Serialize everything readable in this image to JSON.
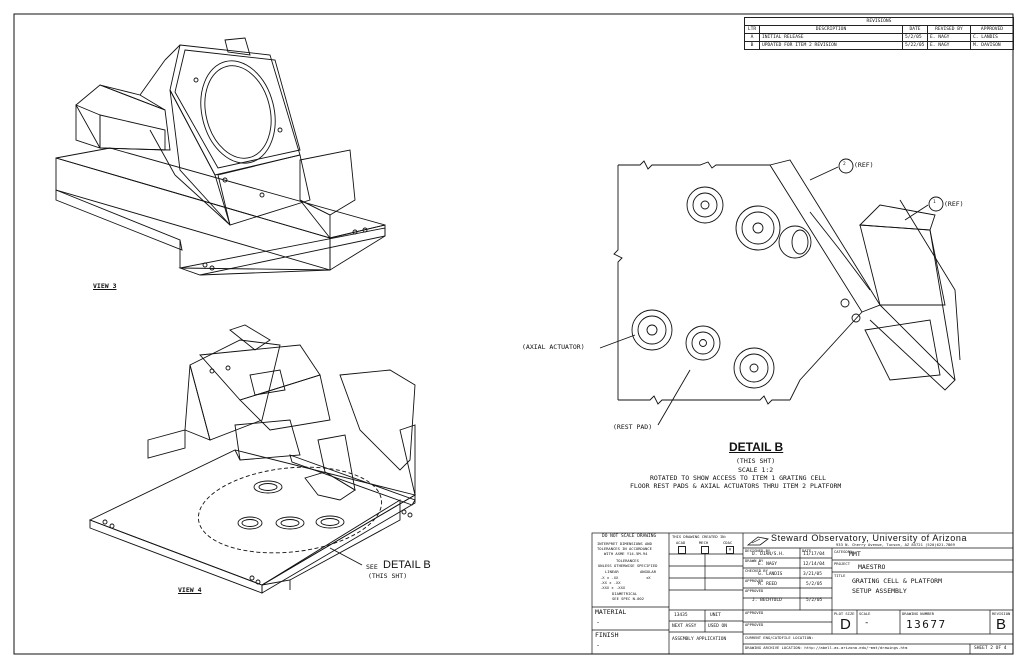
{
  "revisions": {
    "title": "REVISIONS",
    "headers": [
      "LTR",
      "DESCRIPTION",
      "DATE",
      "REVISED BY",
      "APPROVED"
    ],
    "rows": [
      [
        "A",
        "INITIAL RELEASE",
        "5/2/05",
        "E. NAGY",
        "C. LANDIS"
      ],
      [
        "B",
        "UPDATED FOR ITEM 2 REVISION",
        "5/22/05",
        "E. NAGY",
        "M. DAVISON"
      ]
    ]
  },
  "views": {
    "view3": "VIEW 3",
    "view4": "VIEW 4"
  },
  "detail": {
    "title": "DETAIL B",
    "sub1": "(THIS SHT)",
    "scale": "SCALE 1:2",
    "note1": "ROTATED TO SHOW ACCESS TO ITEM 1 GRATING CELL",
    "note2": "FLOOR REST PADS & AXIAL ACTUATORS THRU ITEM 2 PLATFORM",
    "callout_axial": "(AXIAL ACTUATOR)",
    "callout_rest": "(REST PAD)",
    "balloon1": "1",
    "balloon2": "2",
    "ref": "(REF)",
    "see_prefix": "SEE",
    "see_detail": "DETAIL B",
    "see_sub": "(THIS SHT)"
  },
  "title_block": {
    "do_not_scale": "DO NOT SCALE DRAWING",
    "interpret1": "INTERPRET DIMENSIONS AND",
    "interpret2": "TOLERANCES IN ACCORDANCE",
    "interpret3": "WITH ASME Y14.5M-94",
    "tolerances": "TOLERANCES",
    "unless": "UNLESS OTHERWISE SPECIFIED",
    "linear": "LINEAR",
    "angular": "ANGULAR",
    "tol_x": ".X   ± .XX",
    "tol_xx": ".XX  ± .XX",
    "tol_xxx": ".XXX ± .XXX",
    "tol_ang": "±X",
    "diametrical": "DIAMETRICAL",
    "see_spec": "SEE SPEC N-002",
    "drawing_created": "THIS DRAWING CREATED IN:",
    "acad": "ACAD",
    "mech": "MECH",
    "cdac": "CDAC",
    "material": "MATERIAL",
    "material_value": "-",
    "finish": "FINISH",
    "finish_value": "-",
    "part_num": "13435",
    "unit": "UNIT",
    "next_assy": "NEXT ASSY",
    "used_on": "USED ON",
    "assembly_application": "ASSEMBLY APPLICATION",
    "org": "Steward Observatory, University of Arizona",
    "address": "933 N. Cherry Avenue, Tucson, AZ 85721  (520)621-7869",
    "designed_by_label": "DESIGNED BY",
    "designed_by": "D. DIAN/S.H.",
    "date_label": "DATE",
    "designed_date": "11/17/04",
    "category_label": "CATEGORY",
    "category": "MMT",
    "drawn_by_label": "DRAWN BY",
    "drawn_by": "E. NAGY",
    "drawn_date": "12/14/04",
    "project_label": "PROJECT",
    "project": "MAESTRO",
    "checked_label": "CHECKED BY",
    "checked_by": "G. LANDIS",
    "checked_date": "3/21/05",
    "approved1_label": "APPROVED",
    "approved1": "M. REED",
    "approved1_date": "5/2/05",
    "approved2_label": "APPROVED",
    "approved2": "J. BECHTOLD",
    "approved2_date": "5/2/05",
    "title_label": "TITLE",
    "title_line1": "GRATING CELL & PLATFORM",
    "title_line2": "SETUP ASSEMBLY",
    "approved3_label": "APPROVED",
    "approved4_label": "APPROVED",
    "plot_size_label": "PLOT SIZE",
    "plot_size": "D",
    "scale_label": "SCALE",
    "scale": "-",
    "drawing_number_label": "DRAWING NUMBER",
    "drawing_number": "13677",
    "revision_label": "REVISION",
    "revision": "B",
    "current_loc": "CURRENT ENG/CATDFILE LOCATION:",
    "archive_loc": "DRAWING ARCHIVE LOCATION: http://abell.as.arizona.edu/~mmt/drawings.htm",
    "sheet": "SHEET 2 OF 4"
  }
}
